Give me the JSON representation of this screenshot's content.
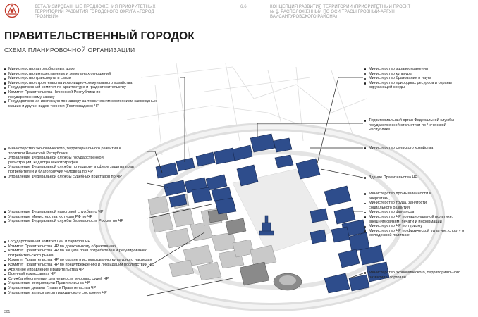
{
  "header": {
    "left_text": "ДЕТАЛИЗИРОВАННЫЕ ПРЕДЛОЖЕНИЯ ПРИОРИТЕТНЫХ ТЕРРИТОРИЙ РАЗВИТИЯ ГОРОДСКОГО ОКРУГА «ГОРОД ГРОЗНЫЙ»",
    "section_number": "6.6",
    "right_text": "КОНЦЕПЦИЯ РАЗВИТИЯ ТЕРРИТОРИИ (ПРИОРИТЕТНЫЙ ПРОЕКТ № 6, РАСПОЛОЖЕННЫЙ ПО ОСИ ТРАСЫ ГРОЗНЫЙ-АРГУН ВАЙСАНГУРОВСКОГО РАЙОНА)"
  },
  "title": "ПРАВИТЕЛЬСТВЕННЫЙ ГОРОДОК",
  "subtitle": "СХЕМА ПЛАНИРОВОЧНОЙ ОРГАНИЗАЦИИ",
  "page_number": "301",
  "colors": {
    "accent_building": "#2e4d8c",
    "leader_line": "#222222"
  },
  "groups_left": [
    {
      "items": [
        "Министерство автомобильных дорог",
        "Министерство имущественных и земельных отношений",
        "Министерство транспорта и связи",
        "Министерство строительства и жилищно-коммунального хозяйства",
        "Государственный комитет по архитектуре и градостроительству",
        "Комитет Правительства Чеченской Республики по государственному заказу",
        "Государственная инспекция по надзору за техническим состоянием самоходных машин и других видов техники (Гостехнадзор) ЧР"
      ]
    },
    {
      "items": [
        "Министерство экономического, территориального развития и торговли Чеченской Республики",
        "Управление Федеральной службы государственной регистрации, кадастра и картографии",
        "Управление Федеральной службы по надзору в сфере защиты прав потребителей и благополучия человека по ЧР",
        "Управление Федеральной службы судебных приставов по ЧР"
      ]
    },
    {
      "items": [
        "Управление Федеральной налоговой службы по ЧР",
        "Управление Министерства юстиции РФ по ЧР",
        "Управление Федеральной службы безопасности России по ЧР"
      ]
    },
    {
      "items": [
        "Государственный комитет цен и тарифов ЧР",
        "Комитет Правительства ЧР по дошкольному образованию",
        "Комитет Правительства ЧР по защите прав потребителей и регулированию потребительского рынка",
        "Комитет Правительства ЧР по охране и использованию культурного наследия",
        "Комитет Правительства ЧР по предупреждению и ликвидации последствий ЧС",
        "Архивное управление Правительства ЧР",
        "Военный комиссариат ЧР",
        "Служба обеспечения деятельности мировых судей ЧР",
        "Управление ветеринарии Правительства ЧР",
        "Управление делами Главы и Правительства ЧР",
        "Управление записи актов гражданского состояния ЧР"
      ]
    }
  ],
  "groups_right": [
    {
      "items": [
        "Министерство здравоохранения",
        "Министерство культуры",
        "Министерство бразования и науки",
        "Министерство природных ресурсов и охраны окружающей среды"
      ]
    },
    {
      "items": [
        "Территориальный орган Федеральной службы государственной статистики по Чеченской Республике"
      ]
    },
    {
      "items": [
        "Министерство  сельского хозяйства"
      ]
    },
    {
      "items": [
        "Здание Правительства ЧР"
      ]
    },
    {
      "items": [
        "Министерство промышленности и энергетики,",
        "Министерство труда, занятости социального развития",
        "Министерство финансов",
        "Министерство ЧР по национальной политике, внешним связям, печати и информации",
        "Министерство ЧР по туризму",
        "Министерство ЧР по физической культуре, спорту и молодежной политике"
      ]
    },
    {
      "items": [
        "Министерство  экономического, территориального развития и торговли"
      ]
    }
  ]
}
